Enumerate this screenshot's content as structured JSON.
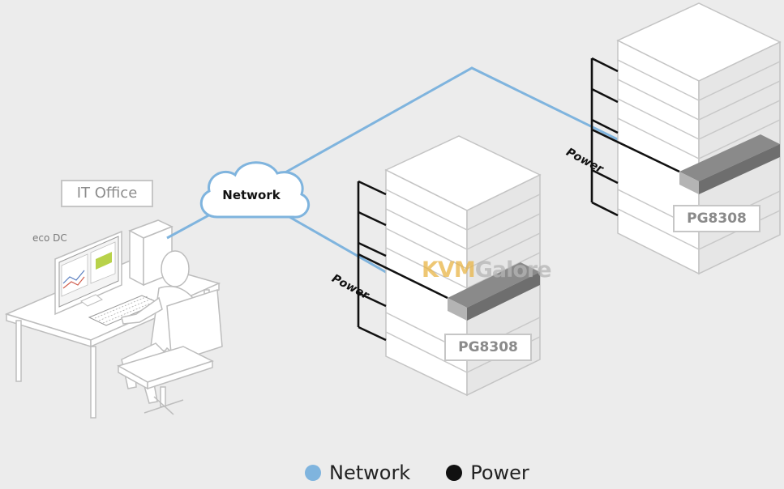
{
  "office": {
    "label": "IT Office",
    "software_label": "eco DC"
  },
  "cloud": {
    "label": "Network"
  },
  "devices": [
    {
      "label": "PG8308",
      "power_label": "Power"
    },
    {
      "label": "PG8308",
      "power_label": "Power"
    }
  ],
  "watermark": {
    "part1": "KVM",
    "part2": "Galore"
  },
  "legend": [
    {
      "label": "Network",
      "color": "#7fb4de"
    },
    {
      "label": "Power",
      "color": "#111111"
    }
  ],
  "colors": {
    "network_line": "#7fb4de",
    "power_line": "#111111",
    "rack_face": "#ffffff",
    "rack_shade": "#dcdcdc",
    "device": "#8a8a8a"
  }
}
